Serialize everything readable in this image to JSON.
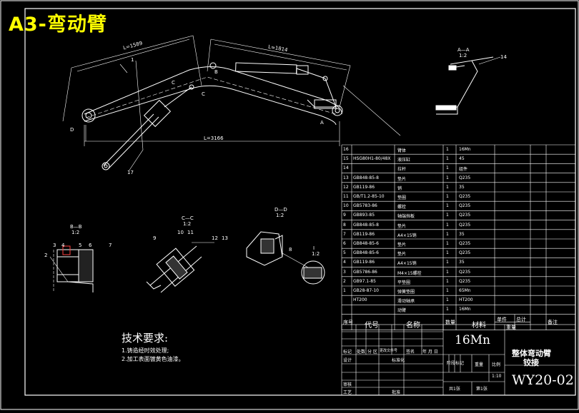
{
  "drawing": {
    "title": "A3-弯动臂",
    "colors": {
      "title": "#ffff00",
      "lines": "#ffffff",
      "frame": "#ffffff",
      "accent": "#ff4040",
      "background": "#000000"
    },
    "dimensions": {
      "len1": "L=1589",
      "len2": "L=1814",
      "len3": "L=3166"
    },
    "labels": {
      "b": "B",
      "a": "A",
      "c1": "C",
      "c2": "C",
      "d": "D",
      "n1": "1",
      "n17": "17",
      "n14": "14"
    },
    "views": {
      "aa": "A—A",
      "bb": "B—B",
      "cc": "C—C",
      "dd": "D—D",
      "ratio_aa": "1:2",
      "ratio_bb": "1:2",
      "ratio_cc": "1:2",
      "ratio_dd": "1:2",
      "detail_i": "I",
      "detail_ratio": "1:2"
    },
    "callouts_bb": [
      "2",
      "3",
      "4",
      "5",
      "6",
      "7"
    ],
    "callouts_cc": [
      "9",
      "10",
      "11",
      "12",
      "13"
    ],
    "callout_dd": "8"
  },
  "tech": {
    "title": "技术要求:",
    "lines": [
      "1.铸造经时效处理;",
      "2.加工表面镀黄色油漆。"
    ]
  },
  "bom": {
    "headers": [
      "序号",
      "代号",
      "名称",
      "数量",
      "材料",
      "单件",
      "总计",
      "备注"
    ],
    "header_weight": "重量",
    "rows": [
      [
        "16",
        "",
        "臂体",
        "1",
        "16Mn",
        ""
      ],
      [
        "15",
        "HSG80H1-80/48X",
        "液压缸",
        "1",
        "45",
        ""
      ],
      [
        "14",
        "",
        "拉杆",
        "1",
        "组件",
        ""
      ],
      [
        "13",
        "GB848-85-8",
        "垫片",
        "1",
        "Q235",
        ""
      ],
      [
        "12",
        "GB119-86",
        "销",
        "1",
        "35",
        ""
      ],
      [
        "11",
        "GB/T1.2-85-10",
        "垫圈",
        "1",
        "Q235",
        ""
      ],
      [
        "10",
        "GB5783-86",
        "螺栓",
        "1",
        "Q235",
        ""
      ],
      [
        "9",
        "GB893-85",
        "轴端挡板",
        "1",
        "Q235",
        ""
      ],
      [
        "8",
        "GB848-85-8",
        "垫片",
        "1",
        "Q235",
        ""
      ],
      [
        "7",
        "GB119-86",
        "A4×15销",
        "1",
        "35",
        ""
      ],
      [
        "6",
        "GB848-85-6",
        "垫片",
        "1",
        "Q235",
        ""
      ],
      [
        "5",
        "GB848-85-6",
        "垫片",
        "1",
        "Q235",
        ""
      ],
      [
        "4",
        "GB119-86",
        "A4×15销",
        "1",
        "35",
        ""
      ],
      [
        "3",
        "GB5786-86",
        "M4×15螺栓",
        "1",
        "Q235",
        ""
      ],
      [
        "2",
        "GB97.1-85",
        "平垫圈",
        "1",
        "Q235",
        ""
      ],
      [
        "1",
        "GB28-87-10",
        "弹簧垫圈",
        "1",
        "65Mn",
        ""
      ],
      [
        "",
        "HT200",
        "滑动轴承",
        "1",
        "HT200",
        ""
      ],
      [
        "",
        "",
        "动臂",
        "1",
        "16Mn",
        ""
      ]
    ]
  },
  "titleblock": {
    "material": "16Mn",
    "part_name_1": "整体弯动臂",
    "part_name_2": "铰接",
    "drawing_no": "WY20-02",
    "scale": "1:10",
    "sheet_total": "共1张",
    "sheet_no": "第1张",
    "cells": {
      "mark": "标记",
      "count": "处数",
      "zone": "分 区",
      "change_doc": "更改文件号",
      "sign": "签名",
      "date": "年 月 日",
      "design": "设计",
      "standard": "标准化",
      "stage": "阶段标记",
      "weight": "重量",
      "ratio": "比例",
      "review": "审核",
      "process": "工艺",
      "approve": "批准"
    }
  }
}
